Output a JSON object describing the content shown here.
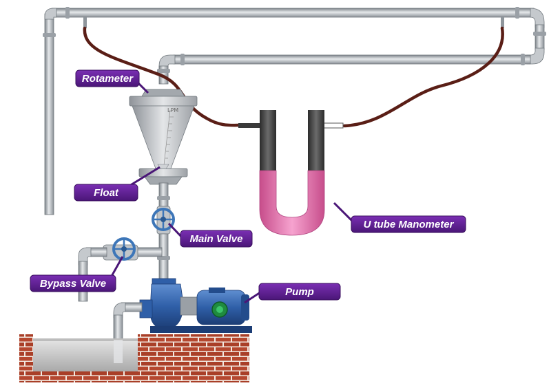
{
  "labels": {
    "rotameter": "Rotameter",
    "float": "Float",
    "main_valve": "Main Valve",
    "bypass_valve": "Bypass Valve",
    "pump": "Pump",
    "u_tube_manometer": "U tube Manometer"
  },
  "rotameter_scale": "LPM",
  "colors": {
    "pipe": "#b7bcc1",
    "pipe_dark": "#7d848a",
    "tubing": "#5a1e16",
    "label_bg": "#5b1f8f",
    "manometer_fluid": "#e86aa9",
    "valve_blue": "#3d76b8",
    "pump_blue": "#2f5fa8",
    "brick": "#b5472f",
    "tank_water": "#cfcfcf"
  }
}
